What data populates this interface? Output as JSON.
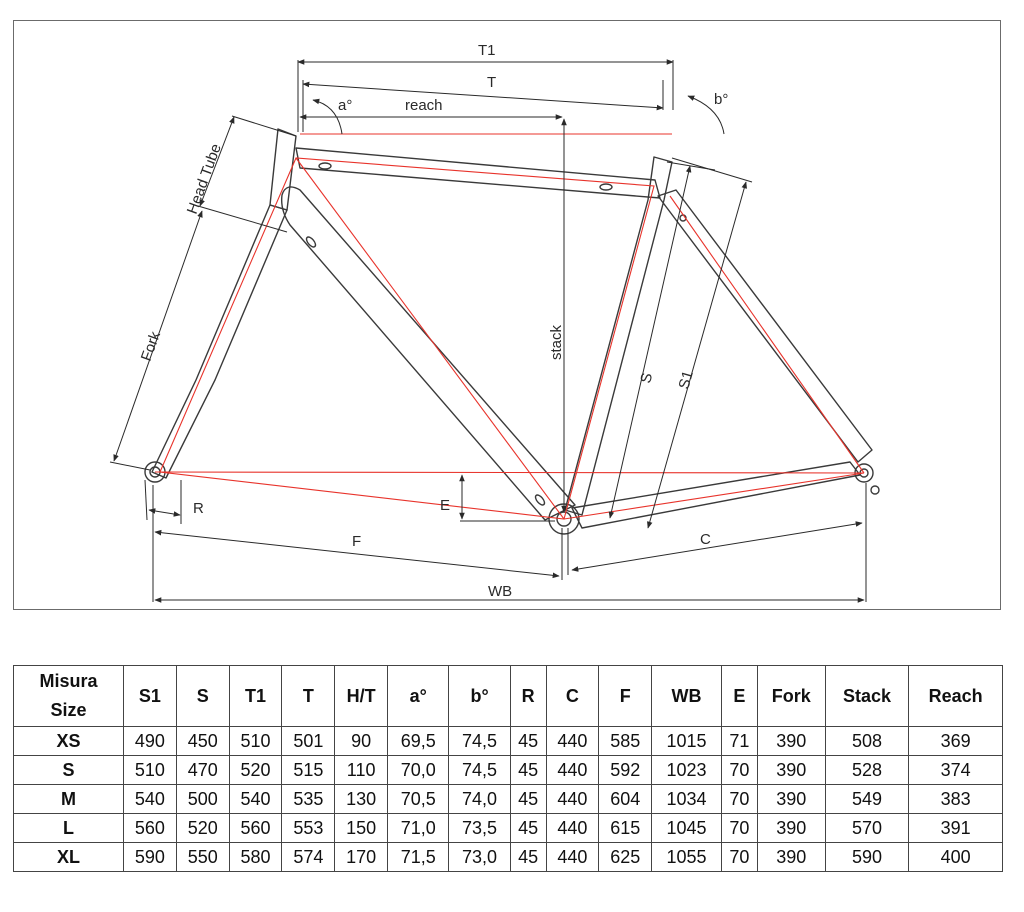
{
  "diagram": {
    "labels": {
      "t1": "T1",
      "t": "T",
      "reach": "reach",
      "a_angle": "a°",
      "b_angle": "b°",
      "head_tube": "Head Tube",
      "fork": "Fork",
      "stack": "stack",
      "s": "S",
      "s1": "S1",
      "e": "E",
      "r": "R",
      "f": "F",
      "c": "C",
      "wb": "WB"
    },
    "colors": {
      "frame_line": "#3a3a3a",
      "centerline": "#e8332b",
      "dimension": "#2a2a2a"
    }
  },
  "table": {
    "header_size_line1": "Misura",
    "header_size_line2": "Size",
    "columns": [
      "S1",
      "S",
      "T1",
      "T",
      "H/T",
      "a°",
      "b°",
      "R",
      "C",
      "F",
      "WB",
      "E",
      "Fork",
      "Stack",
      "Reach"
    ],
    "rows": [
      {
        "size": "XS",
        "values": [
          "490",
          "450",
          "510",
          "501",
          "90",
          "69,5",
          "74,5",
          "45",
          "440",
          "585",
          "1015",
          "71",
          "390",
          "508",
          "369"
        ]
      },
      {
        "size": "S",
        "values": [
          "510",
          "470",
          "520",
          "515",
          "110",
          "70,0",
          "74,5",
          "45",
          "440",
          "592",
          "1023",
          "70",
          "390",
          "528",
          "374"
        ]
      },
      {
        "size": "M",
        "values": [
          "540",
          "500",
          "540",
          "535",
          "130",
          "70,5",
          "74,0",
          "45",
          "440",
          "604",
          "1034",
          "70",
          "390",
          "549",
          "383"
        ]
      },
      {
        "size": "L",
        "values": [
          "560",
          "520",
          "560",
          "553",
          "150",
          "71,0",
          "73,5",
          "45",
          "440",
          "615",
          "1045",
          "70",
          "390",
          "570",
          "391"
        ]
      },
      {
        "size": "XL",
        "values": [
          "590",
          "550",
          "580",
          "574",
          "170",
          "71,5",
          "73,0",
          "45",
          "440",
          "625",
          "1055",
          "70",
          "390",
          "590",
          "400"
        ]
      }
    ]
  }
}
